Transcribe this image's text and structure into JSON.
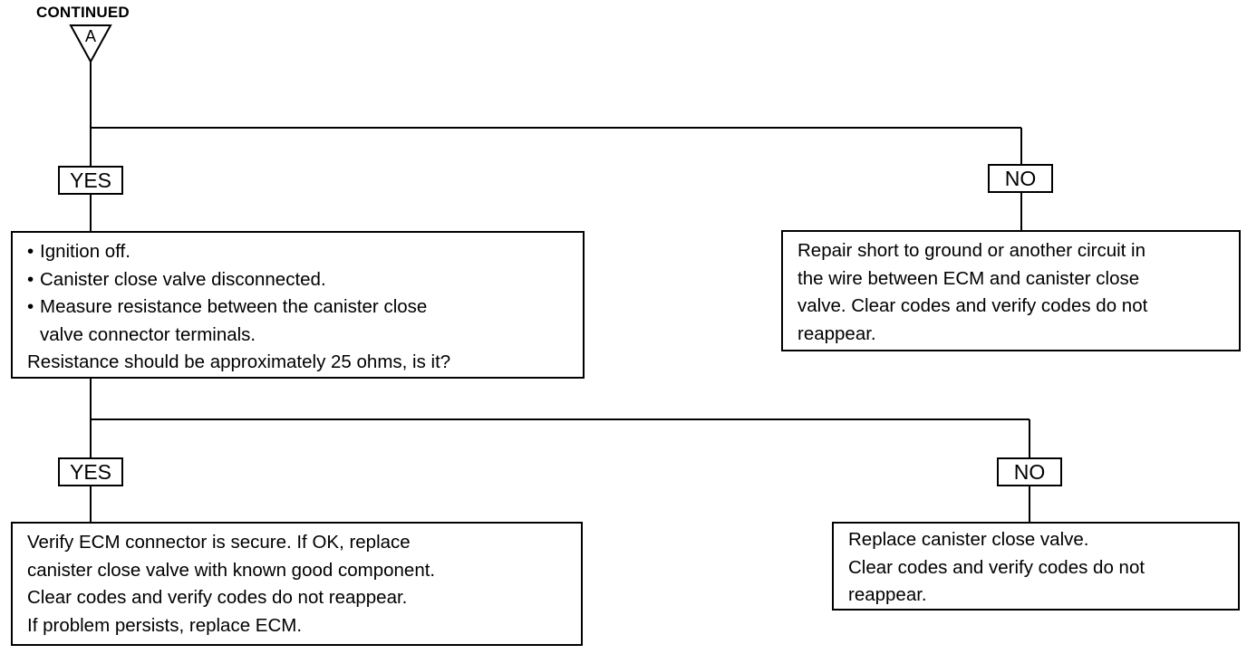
{
  "connector": {
    "heading": "CONTINUED",
    "letter": "A"
  },
  "branch_1": {
    "yes_label": "YES",
    "no_label": "NO"
  },
  "check_box": {
    "bullets": [
      "Ignition off.",
      "Canister close valve disconnected.",
      "Measure resistance between the canister close"
    ],
    "bullet_continuation": "valve connector terminals.",
    "question": "Resistance should be approximately 25 ohms, is it?"
  },
  "repair_short_box": {
    "lines": [
      "Repair short to ground or another circuit in",
      "the wire between ECM and canister close",
      "valve. Clear codes and verify codes do not",
      "reappear."
    ]
  },
  "branch_2": {
    "yes_label": "YES",
    "no_label": "NO"
  },
  "verify_ecm_box": {
    "lines": [
      "Verify ECM connector is secure. If OK, replace",
      "canister close valve with known good component.",
      "Clear codes and verify codes do not reappear.",
      "If problem persists, replace ECM."
    ]
  },
  "replace_valve_box": {
    "lines": [
      "Replace canister close valve.",
      "Clear codes and verify codes do not",
      "reappear."
    ]
  }
}
